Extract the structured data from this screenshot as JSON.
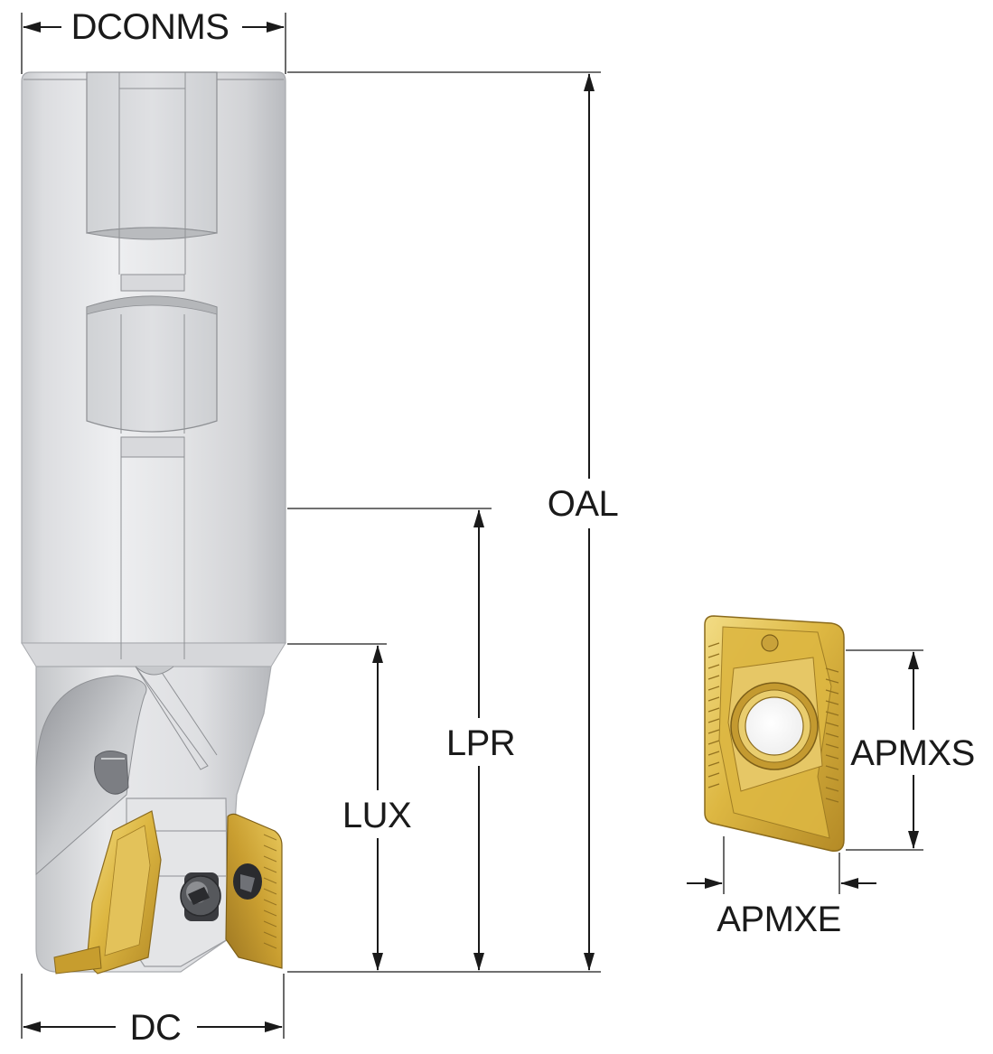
{
  "dimensions": {
    "dconms": "DCONMS",
    "oal": "OAL",
    "lpr": "LPR",
    "lux": "LUX",
    "dc": "DC",
    "apmxs": "APMXS",
    "apmxe": "APMXE"
  },
  "colors": {
    "shank_light": "#e6e7e9",
    "shank_mid": "#cfd1d4",
    "shank_dark": "#a9abaf",
    "insert_gold": "#d9b23a",
    "insert_light": "#f0d77a",
    "insert_dark": "#a8822a",
    "dimension_line": "#1a1a1a"
  },
  "icons": {
    "arrow": "arrowhead",
    "screw": "torx-screw-icon"
  }
}
